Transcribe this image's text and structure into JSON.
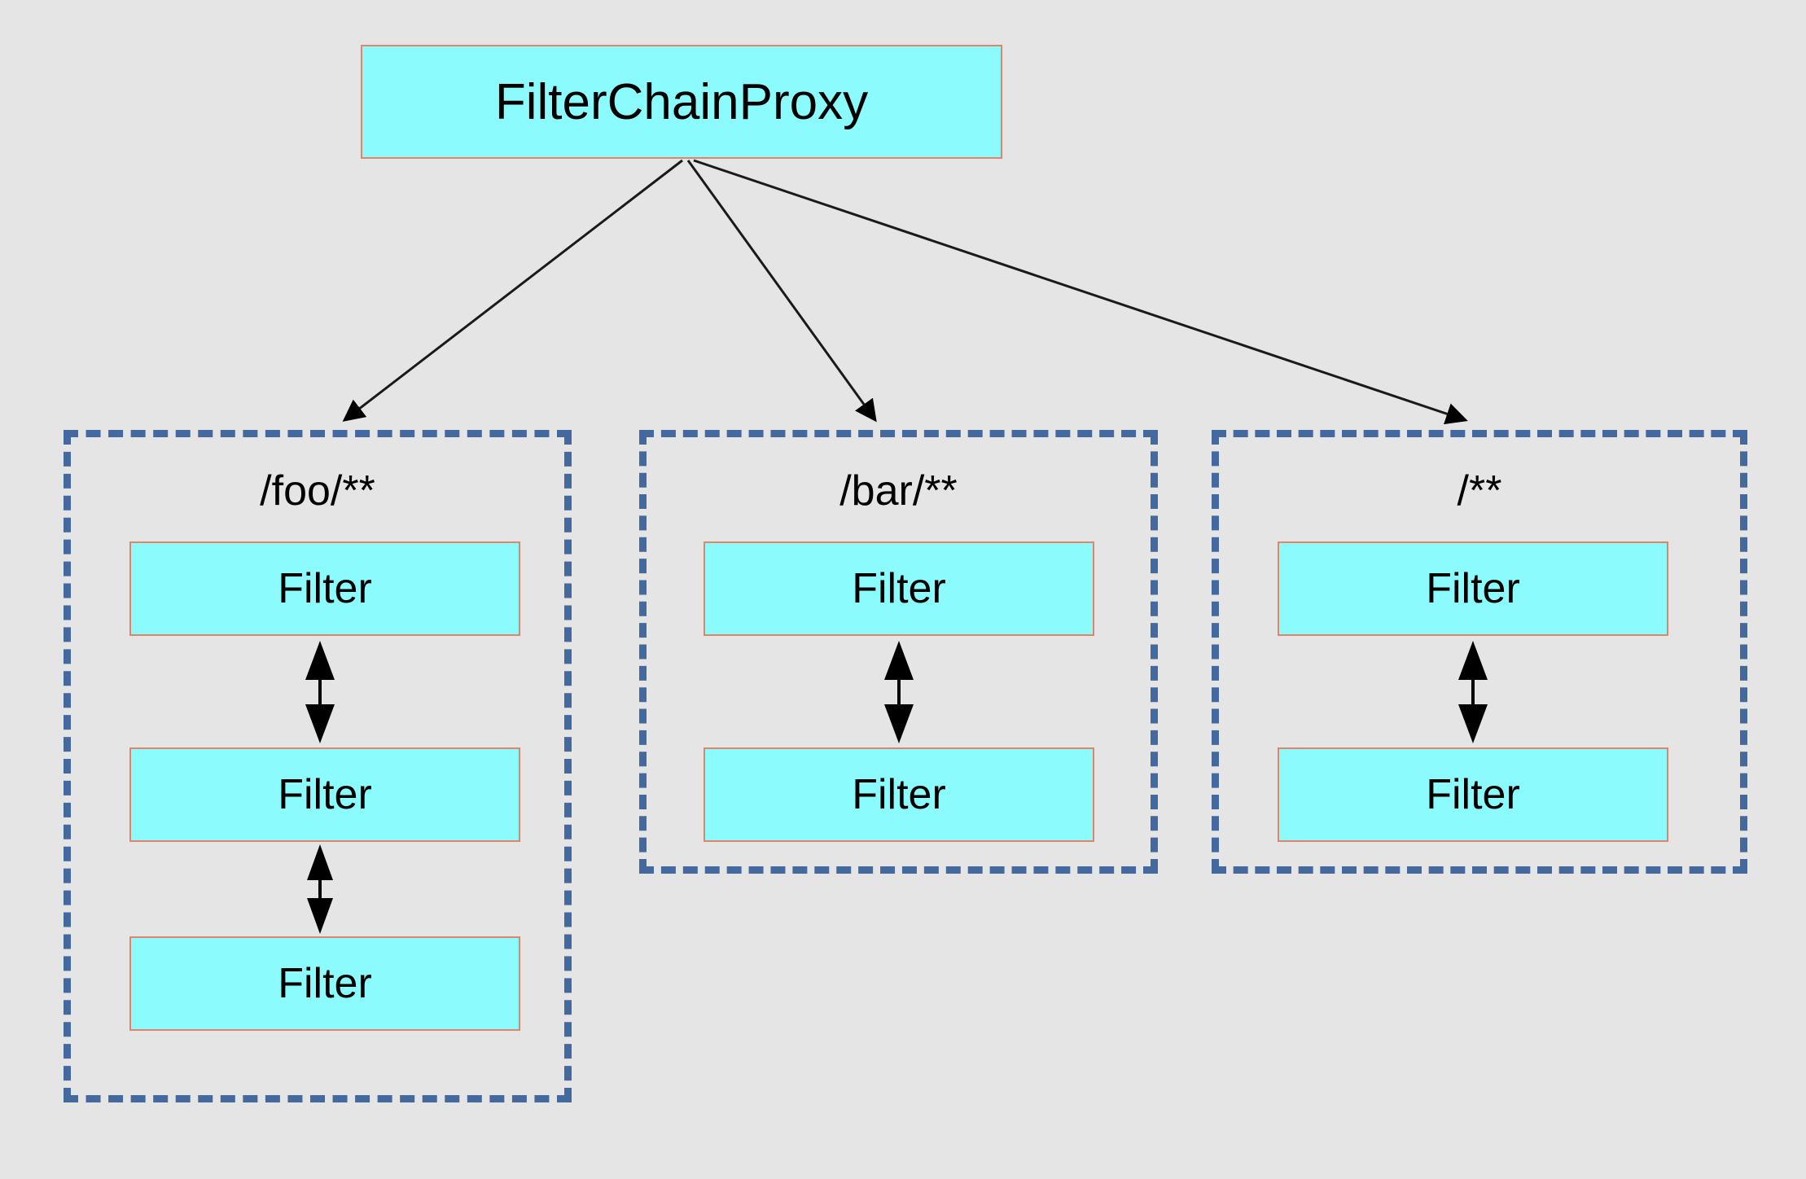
{
  "diagram": {
    "title": "FilterChainProxy security filter chain diagram",
    "background_color": "#e5e5e5",
    "node_fill": "#8cfbfd",
    "node_border": "#e0846a",
    "panel_border": "#44699f",
    "arrow_color": "#000000"
  },
  "root": {
    "label": "FilterChainProxy"
  },
  "chains": [
    {
      "pattern": "/foo/**",
      "filters": [
        {
          "label": "Filter"
        },
        {
          "label": "Filter"
        },
        {
          "label": "Filter"
        }
      ]
    },
    {
      "pattern": "/bar/**",
      "filters": [
        {
          "label": "Filter"
        },
        {
          "label": "Filter"
        }
      ]
    },
    {
      "pattern": "/**",
      "filters": [
        {
          "label": "Filter"
        },
        {
          "label": "Filter"
        }
      ]
    }
  ]
}
